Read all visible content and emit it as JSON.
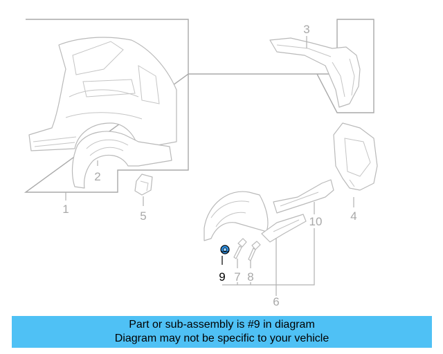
{
  "diagram": {
    "callouts": {
      "c1": "1",
      "c2": "2",
      "c3": "3",
      "c4": "4",
      "c5": "5",
      "c6": "6",
      "c7": "7",
      "c8": "8",
      "c9": "9",
      "c10": "10"
    },
    "highlighted_part": "9",
    "colors": {
      "line": "#b9b9b9",
      "highlight": "#2f8fe0",
      "banner": "#4fc1f5"
    }
  },
  "banner": {
    "line1": "Part or sub-assembly is #9 in diagram",
    "line2": "Diagram may not be specific to your vehicle"
  }
}
